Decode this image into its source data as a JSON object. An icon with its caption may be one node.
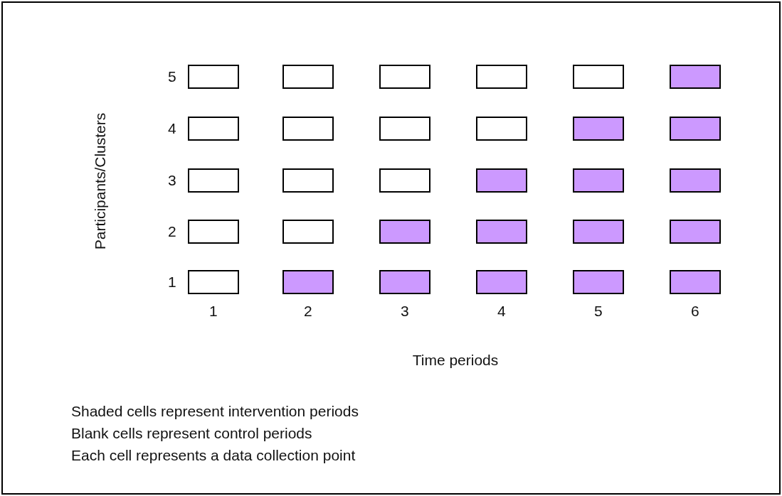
{
  "diagram": {
    "nodes": [
      {
        "text": [],
        "shape": "box"
      },
      {
        "text": [],
        "shape": "box"
      },
      {
        "text": [],
        "shape": "box"
      },
      {
        "text": [],
        "shape": "box"
      },
      {
        "text": [],
        "shape": "box"
      },
      {
        "text": [],
        "shape": "shaded"
      },
      {
        "text": [],
        "shape": "box"
      },
      {
        "text": [],
        "shape": "box"
      },
      {
        "text": [],
        "shape": "box"
      },
      {
        "text": [],
        "shape": "box"
      },
      {
        "text": [],
        "shape": "shaded"
      },
      {
        "text": [],
        "shape": "shaded"
      },
      {
        "text": [],
        "shape": "box"
      },
      {
        "text": [],
        "shape": "box"
      },
      {
        "text": [],
        "shape": "box"
      },
      {
        "text": [],
        "shape": "shaded"
      },
      {
        "text": [],
        "shape": "shaded"
      },
      {
        "text": [],
        "shape": "shaded"
      },
      {
        "text": [],
        "shape": "box"
      },
      {
        "text": [],
        "shape": "box"
      },
      {
        "text": [],
        "shape": "shaded"
      },
      {
        "text": [],
        "shape": "shaded"
      },
      {
        "text": [],
        "shape": "shaded"
      },
      {
        "text": [],
        "shape": "shaded"
      },
      {
        "text": [],
        "shape": "box"
      },
      {
        "text": [],
        "shape": "shaded"
      },
      {
        "text": [],
        "shape": "shaded"
      },
      {
        "text": [],
        "shape": "shaded"
      },
      {
        "text": [],
        "shape": "shaded"
      },
      {
        "text": [],
        "shape": "shaded"
      }
    ],
    "edges": [],
    "labels": [
      "Participants/Clusters",
      "5",
      "4",
      "3",
      "2",
      "1",
      "1",
      "2",
      "3",
      "4",
      "5",
      "6",
      "Time periods",
      "Shaded cells represent intervention periods",
      "Blank cells represent control periods",
      "Each cell represents a data collection point"
    ]
  }
}
